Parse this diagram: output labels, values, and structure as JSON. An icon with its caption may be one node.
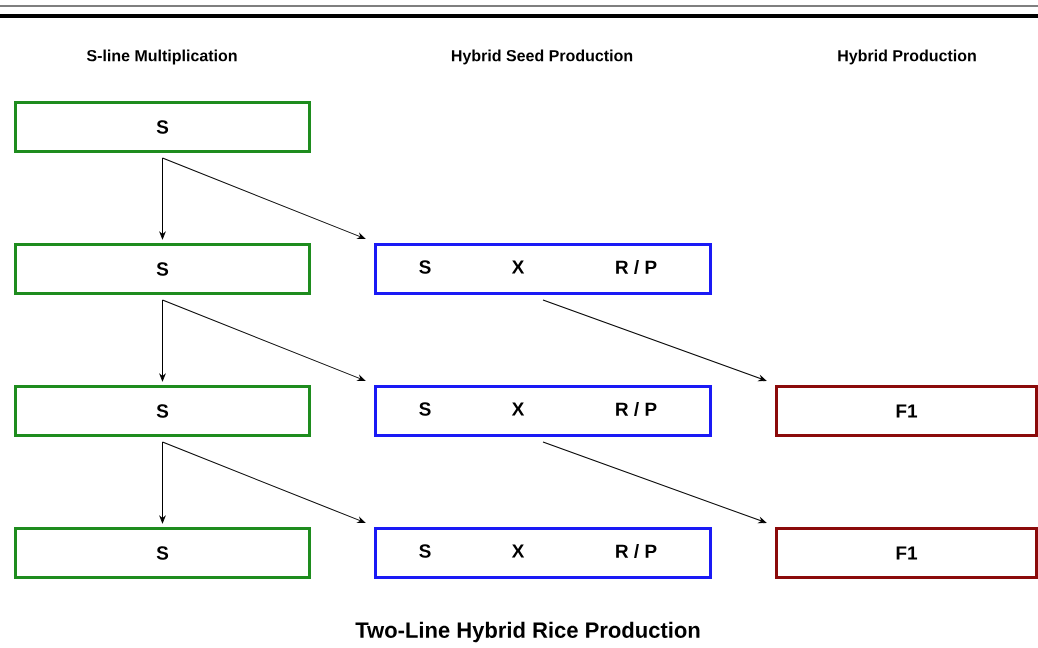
{
  "diagram": {
    "caption": "Two-Line Hybrid Rice Production",
    "nodes": [
      {
        "text": [
          "S"
        ]
      },
      {
        "text": [
          "S"
        ]
      },
      {
        "text": [
          "S",
          "X",
          "R / P"
        ]
      },
      {
        "text": [
          "S"
        ]
      },
      {
        "text": [
          "S",
          "X",
          "R / P"
        ]
      },
      {
        "text": [
          "F1"
        ]
      },
      {
        "text": [
          "S"
        ]
      },
      {
        "text": [
          "S",
          "X",
          "R / P"
        ]
      },
      {
        "text": [
          "F1"
        ]
      }
    ],
    "edges": [
      {
        "from": 0,
        "to": 1,
        "arrow": "to"
      },
      {
        "from": 0,
        "to": 2,
        "arrow": "to"
      },
      {
        "from": 1,
        "to": 3,
        "arrow": "to"
      },
      {
        "from": 1,
        "to": 4,
        "arrow": "to"
      },
      {
        "from": 2,
        "to": 5,
        "arrow": "to"
      },
      {
        "from": 3,
        "to": 6,
        "arrow": "to"
      },
      {
        "from": 3,
        "to": 7,
        "arrow": "to"
      },
      {
        "from": 4,
        "to": 8,
        "arrow": "to"
      }
    ],
    "labels": [
      "S-line Multiplication",
      "Hybrid Seed Production",
      "Hybrid Production"
    ]
  }
}
